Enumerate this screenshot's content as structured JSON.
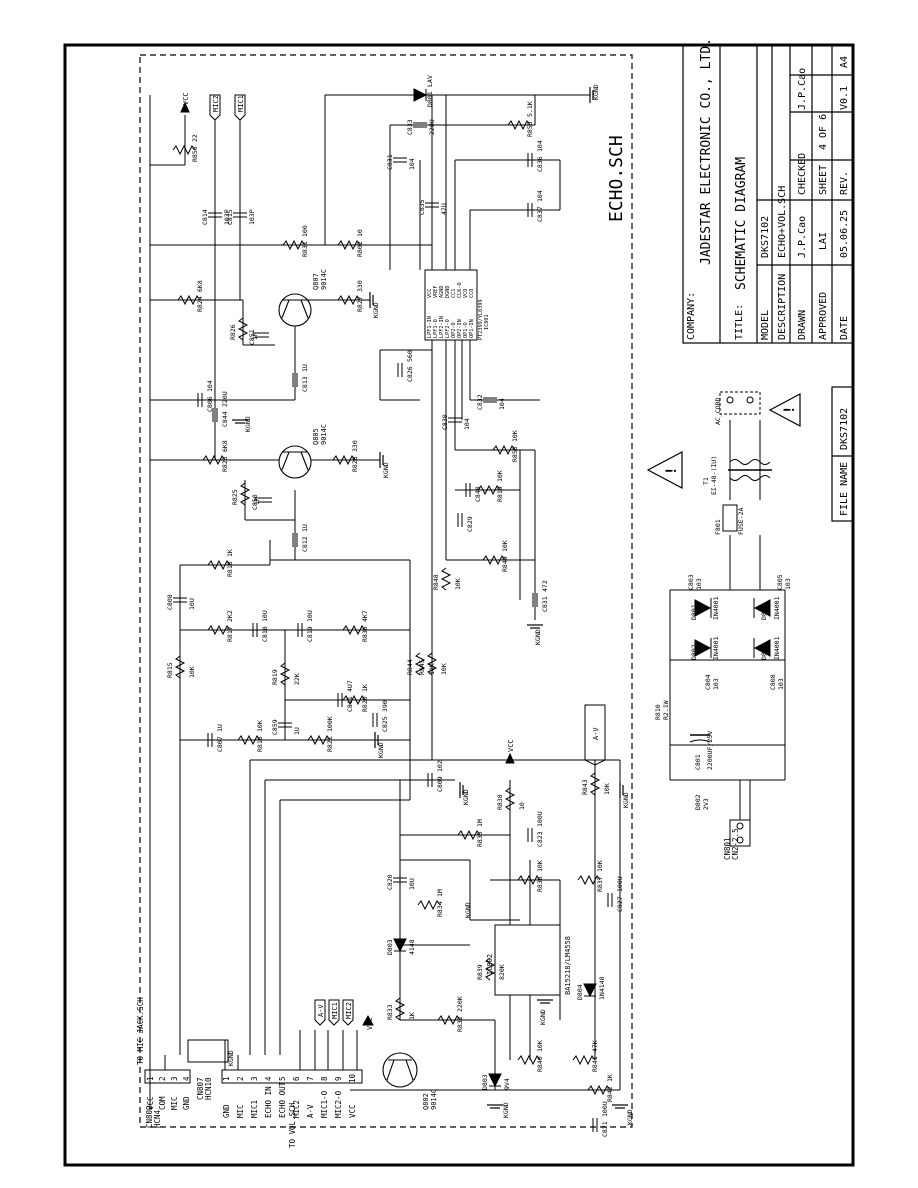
{
  "title_block": {
    "company_label": "COMPANY:",
    "company": "JADESTAR ELECTRONIC CO., LTD.",
    "title_label": "TITLE:",
    "title": "SCHEMATIC DIAGRAM",
    "model_label": "MODEL",
    "model": "DKS7102",
    "description_label": "DESCRIPTION",
    "description": "ECHO+VOL.SCH",
    "drawn_label": "DRAWN",
    "drawn": "J.P.Cao",
    "checked_label": "CHECKED",
    "checked": "J.P.Cao",
    "approved_label": "APPROVED",
    "approved": "LAI",
    "sheet_label": "SHEET",
    "sheet": "4   OF   6",
    "date_label": "DATE",
    "date": "05.06.25",
    "rev_label": "REV.",
    "rev": "V0.1",
    "size": "A4",
    "file_name_label": "FILE NAME",
    "file_name": "DKS7102"
  },
  "sheet_name": "ECHO.SCH",
  "connectors": {
    "cn802": {
      "ref": "CN802",
      "part": "HCN4",
      "note": "TO MIC JACK.SCH",
      "pins": [
        "VCC",
        "COM",
        "MIC",
        "GND"
      ],
      "pin_numbers": [
        "1",
        "2",
        "3",
        "4"
      ]
    },
    "cn807": {
      "ref": "CN807",
      "part": "HCN10",
      "note": "TO VOL.SCH",
      "pins": [
        "GND",
        "MIC",
        "MIC1",
        "ECHO IN",
        "ECHO OUT",
        "MIC2",
        "A-V",
        "MIC1-O",
        "MIC2-O",
        "VCC"
      ],
      "pin_numbers": [
        "1",
        "2",
        "3",
        "4",
        "5",
        "6",
        "7",
        "8",
        "9",
        "10"
      ]
    },
    "cn801": {
      "ref": "CN801",
      "part": "CN2-2.5"
    }
  },
  "net_labels": [
    "MIC2",
    "MIC1",
    "A-V",
    "MIC1",
    "MIC2",
    "A-V",
    "VCC",
    "VCC",
    "VCC"
  ],
  "ground_label": "KGND",
  "transistors": [
    {
      "ref": "Q807",
      "part": "9014C"
    },
    {
      "ref": "Q805",
      "part": "9014C"
    },
    {
      "ref": "Q802",
      "part": "9014C"
    }
  ],
  "ics": {
    "echo": {
      "ref": "IC801",
      "part": "PT2399/YL0399",
      "left_pins": [
        "LPF1-IN",
        "LPF1-O",
        "LPF2-IN",
        "LPF2-O",
        "OP2-O",
        "OP2-IN",
        "OP1-O",
        "OP1-IN"
      ],
      "right_pins": [
        "VCC",
        "VREF",
        "AGND",
        "DGND",
        "CC1",
        "CLK-O",
        "VCO",
        "CC0"
      ]
    },
    "opamp": {
      "ref": "IC802",
      "part": "BA15218/LM4558"
    }
  },
  "components": [
    {
      "ref": "R856",
      "value": "22"
    },
    {
      "ref": "C814",
      "value": "103P"
    },
    {
      "ref": "C815",
      "value": "103P"
    },
    {
      "ref": "R831",
      "value": "100"
    },
    {
      "ref": "R802",
      "value": "10"
    },
    {
      "ref": "R824",
      "value": "6K8"
    },
    {
      "ref": "R826",
      "value": "1M"
    },
    {
      "ref": "C851",
      "value": ""
    },
    {
      "ref": "R827",
      "value": "330"
    },
    {
      "ref": "C833",
      "value": "220U"
    },
    {
      "ref": "C831",
      "value": "104"
    },
    {
      "ref": "C835",
      "value": "47U"
    },
    {
      "ref": "C836",
      "value": "104"
    },
    {
      "ref": "C837",
      "value": "104"
    },
    {
      "ref": "R853",
      "value": "5.1K"
    },
    {
      "ref": "D801",
      "value": "LAV"
    },
    {
      "ref": "C806",
      "value": "104"
    },
    {
      "ref": "C844",
      "value": "220U"
    },
    {
      "ref": "R823",
      "value": "6K8"
    },
    {
      "ref": "R825",
      "value": "1M"
    },
    {
      "ref": "C850",
      "value": ""
    },
    {
      "ref": "R828",
      "value": "330"
    },
    {
      "ref": "C813",
      "value": "1U"
    },
    {
      "ref": "C812",
      "value": "1U"
    },
    {
      "ref": "C826",
      "value": "560"
    },
    {
      "ref": "C830",
      "value": "104"
    },
    {
      "ref": "C832",
      "value": "104"
    },
    {
      "ref": "R850",
      "value": "10K"
    },
    {
      "ref": "R819",
      "value": "10K"
    },
    {
      "ref": "C840",
      "value": ""
    },
    {
      "ref": "C829",
      "value": ""
    },
    {
      "ref": "R818",
      "value": "1K"
    },
    {
      "ref": "C808",
      "value": "10U"
    },
    {
      "ref": "R848",
      "value": "10K"
    },
    {
      "ref": "R849",
      "value": "10K"
    },
    {
      "ref": "C831",
      "value": "472"
    },
    {
      "ref": "R817",
      "value": "2K2"
    },
    {
      "ref": "C810",
      "value": "10U"
    },
    {
      "ref": "C819",
      "value": "10U"
    },
    {
      "ref": "R836",
      "value": "4K7"
    },
    {
      "ref": "R815",
      "value": "10K"
    },
    {
      "ref": "R819",
      "value": "22K"
    },
    {
      "ref": "C811",
      "value": "4U7"
    },
    {
      "ref": "R844",
      "value": "10K"
    },
    {
      "ref": "R845",
      "value": "10K"
    },
    {
      "ref": "C807",
      "value": "1U"
    },
    {
      "ref": "R816",
      "value": "10K"
    },
    {
      "ref": "C859",
      "value": "1U"
    },
    {
      "ref": "R820",
      "value": "1K"
    },
    {
      "ref": "R821",
      "value": "100K"
    },
    {
      "ref": "C825",
      "value": "390"
    },
    {
      "ref": "C809",
      "value": "102"
    },
    {
      "ref": "R838",
      "value": "10"
    },
    {
      "ref": "R843",
      "value": "10K"
    },
    {
      "ref": "R835",
      "value": "1M"
    },
    {
      "ref": "C823",
      "value": "100U"
    },
    {
      "ref": "C820",
      "value": "10U"
    },
    {
      "ref": "R834",
      "value": "1M"
    },
    {
      "ref": "R836",
      "value": "10K"
    },
    {
      "ref": "R837",
      "value": "10K"
    },
    {
      "ref": "C827",
      "value": "100U"
    },
    {
      "ref": "D803",
      "value": "4148"
    },
    {
      "ref": "R839",
      "value": "820K"
    },
    {
      "ref": "R833",
      "value": "1K"
    },
    {
      "ref": "R832",
      "value": "220K"
    },
    {
      "ref": "D804",
      "value": "1N4148"
    },
    {
      "ref": "R840",
      "value": "10K"
    },
    {
      "ref": "R841",
      "value": "47K"
    },
    {
      "ref": "R842",
      "value": "1K"
    },
    {
      "ref": "D803",
      "value": "9V4"
    },
    {
      "ref": "C821",
      "value": "100U"
    },
    {
      "ref": "F801",
      "value": "FUSE-2A"
    },
    {
      "ref": "T1",
      "value": "EI-48-(IU)"
    },
    {
      "ref": "AC_CORD",
      "value": ""
    },
    {
      "ref": "D801",
      "value": "IN4001"
    },
    {
      "ref": "D802",
      "value": "IN4001"
    },
    {
      "ref": "D803",
      "value": "IN4001"
    },
    {
      "ref": "D804",
      "value": "IN4001"
    },
    {
      "ref": "C803",
      "value": "103"
    },
    {
      "ref": "C805",
      "value": "103"
    },
    {
      "ref": "C804",
      "value": "103"
    },
    {
      "ref": "C808",
      "value": "103"
    },
    {
      "ref": "R810",
      "value": "R2.1W"
    },
    {
      "ref": "C801",
      "value": "2200UF/25V"
    },
    {
      "ref": "D802",
      "value": "2V3"
    }
  ],
  "warning_symbol": "!"
}
